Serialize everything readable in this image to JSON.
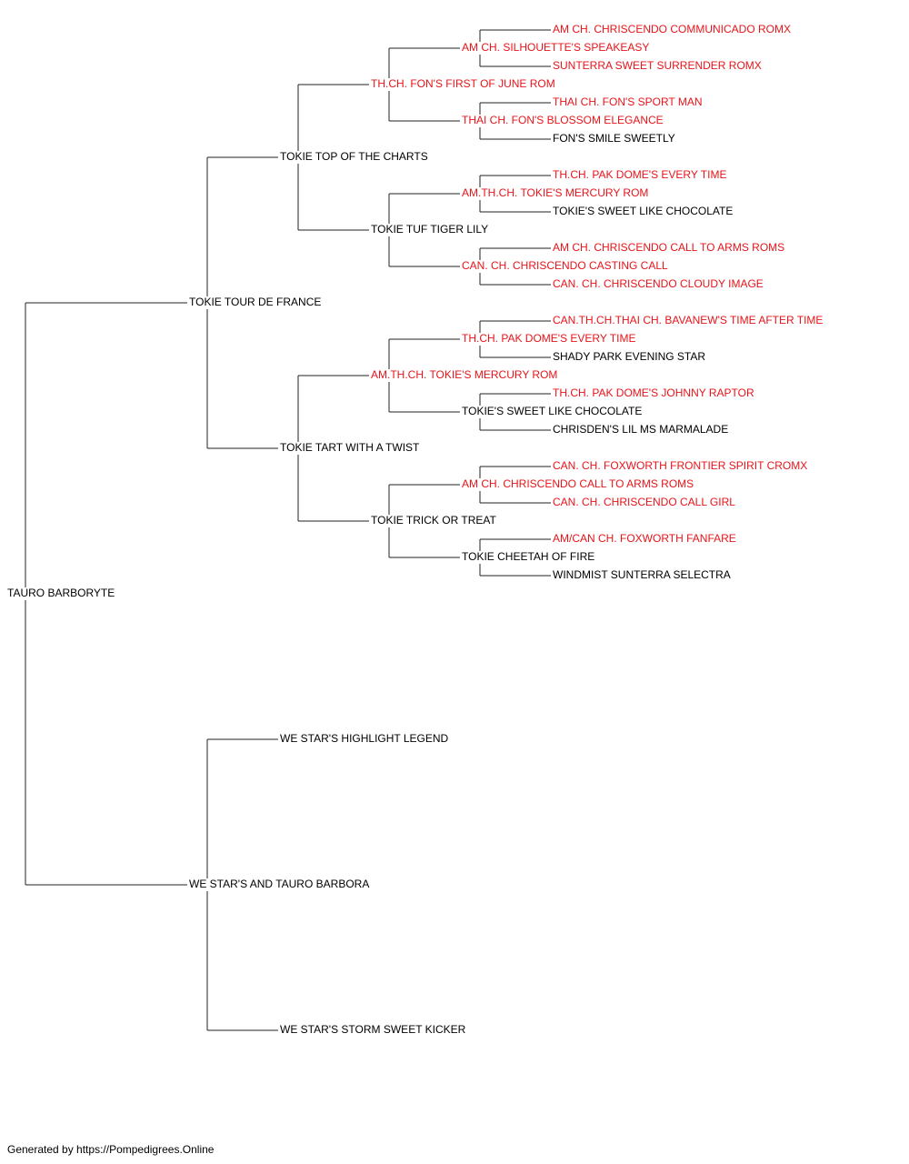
{
  "colors": {
    "champion": "#e8141a",
    "normal": "#000000",
    "line": "#222222"
  },
  "pedigree": {
    "name": "TAURO BARBORYTE",
    "champion": false,
    "sire": {
      "name": "TOKIE TOUR DE FRANCE",
      "champion": false,
      "sire": {
        "name": "TOKIE TOP OF THE CHARTS",
        "champion": false,
        "sire": {
          "name": "TH.CH. FON'S FIRST OF JUNE ROM",
          "champion": true,
          "sire": {
            "name": "AM CH. SILHOUETTE'S SPEAKEASY",
            "champion": true,
            "sire": {
              "name": "AM CH. CHRISCENDO COMMUNICADO ROMX",
              "champion": true
            },
            "dam": {
              "name": "SUNTERRA SWEET SURRENDER ROMX",
              "champion": true
            }
          },
          "dam": {
            "name": "THAI CH. FON'S BLOSSOM ELEGANCE",
            "champion": true,
            "sire": {
              "name": "THAI CH. FON'S SPORT MAN",
              "champion": true
            },
            "dam": {
              "name": "FON'S SMILE SWEETLY",
              "champion": false
            }
          }
        },
        "dam": {
          "name": "TOKIE TUF TIGER LILY",
          "champion": false,
          "sire": {
            "name": "AM.TH.CH. TOKIE'S MERCURY ROM",
            "champion": true,
            "sire": {
              "name": "TH.CH. PAK DOME'S EVERY TIME",
              "champion": true
            },
            "dam": {
              "name": "TOKIE'S SWEET LIKE CHOCOLATE",
              "champion": false
            }
          },
          "dam": {
            "name": "CAN. CH. CHRISCENDO CASTING CALL",
            "champion": true,
            "sire": {
              "name": "AM CH. CHRISCENDO CALL TO ARMS ROMS",
              "champion": true
            },
            "dam": {
              "name": "CAN. CH. CHRISCENDO CLOUDY IMAGE",
              "champion": true
            }
          }
        }
      },
      "dam": {
        "name": "TOKIE TART WITH A TWIST",
        "champion": false,
        "sire": {
          "name": "AM.TH.CH. TOKIE'S MERCURY ROM",
          "champion": true,
          "sire": {
            "name": "TH.CH. PAK DOME'S EVERY TIME",
            "champion": true,
            "sire": {
              "name": "CAN.TH.CH.THAI CH. BAVANEW'S TIME AFTER TIME",
              "champion": true
            },
            "dam": {
              "name": "SHADY PARK EVENING STAR",
              "champion": false
            }
          },
          "dam": {
            "name": "TOKIE'S SWEET LIKE CHOCOLATE",
            "champion": false,
            "sire": {
              "name": "TH.CH. PAK DOME'S JOHNNY RAPTOR",
              "champion": true
            },
            "dam": {
              "name": "CHRISDEN'S LIL MS MARMALADE",
              "champion": false
            }
          }
        },
        "dam": {
          "name": "TOKIE TRICK OR TREAT",
          "champion": false,
          "sire": {
            "name": "AM CH. CHRISCENDO CALL TO ARMS ROMS",
            "champion": true,
            "sire": {
              "name": "CAN. CH. FOXWORTH FRONTIER SPIRIT CROMX",
              "champion": true
            },
            "dam": {
              "name": "CAN. CH. CHRISCENDO CALL GIRL",
              "champion": true
            }
          },
          "dam": {
            "name": "TOKIE CHEETAH OF FIRE",
            "champion": false,
            "sire": {
              "name": "AM/CAN CH. FOXWORTH FANFARE",
              "champion": true
            },
            "dam": {
              "name": "WINDMIST SUNTERRA SELECTRA",
              "champion": false
            }
          }
        }
      }
    },
    "dam": {
      "name": "WE STAR'S AND TAURO BARBORA",
      "champion": false,
      "sire": {
        "name": "WE STAR'S HIGHLIGHT LEGEND",
        "champion": false
      },
      "dam": {
        "name": "WE STAR'S STORM SWEET KICKER",
        "champion": false
      }
    }
  },
  "footer": "Generated by https://Pompedigrees.Online"
}
